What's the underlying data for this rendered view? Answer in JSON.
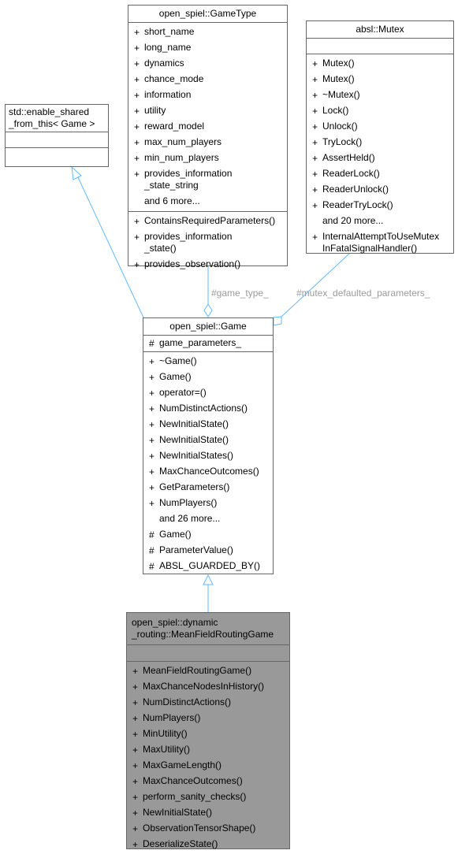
{
  "colors": {
    "edge": "#63b8ff",
    "highlight_box": "#999999",
    "border": "#666666",
    "edge_label": "#9a9a9a"
  },
  "enable_shared": {
    "title": "std::enable_shared\n_from_this< Game >"
  },
  "gametype": {
    "title": "open_spiel::GameType",
    "attributes": [
      {
        "vis": "+",
        "text": "short_name"
      },
      {
        "vis": "+",
        "text": "long_name"
      },
      {
        "vis": "+",
        "text": "dynamics"
      },
      {
        "vis": "+",
        "text": "chance_mode"
      },
      {
        "vis": "+",
        "text": "information"
      },
      {
        "vis": "+",
        "text": "utility"
      },
      {
        "vis": "+",
        "text": "reward_model"
      },
      {
        "vis": "+",
        "text": "max_num_players"
      },
      {
        "vis": "+",
        "text": "min_num_players"
      },
      {
        "vis": "+",
        "text": "provides_information\n_state_string"
      },
      {
        "vis": "",
        "text": "and 6 more..."
      }
    ],
    "methods": [
      {
        "vis": "+",
        "text": "ContainsRequiredParameters()"
      },
      {
        "vis": "+",
        "text": "provides_information\n_state()"
      },
      {
        "vis": "+",
        "text": "provides_observation()"
      }
    ]
  },
  "mutex": {
    "title": "absl::Mutex",
    "methods": [
      {
        "vis": "+",
        "text": "Mutex()"
      },
      {
        "vis": "+",
        "text": "Mutex()"
      },
      {
        "vis": "+",
        "text": "~Mutex()"
      },
      {
        "vis": "+",
        "text": "Lock()"
      },
      {
        "vis": "+",
        "text": "Unlock()"
      },
      {
        "vis": "+",
        "text": "TryLock()"
      },
      {
        "vis": "+",
        "text": "AssertHeld()"
      },
      {
        "vis": "+",
        "text": "ReaderLock()"
      },
      {
        "vis": "+",
        "text": "ReaderUnlock()"
      },
      {
        "vis": "+",
        "text": "ReaderTryLock()"
      },
      {
        "vis": "",
        "text": "and 20 more..."
      },
      {
        "vis": "+",
        "text": "InternalAttemptToUseMutex\nInFatalSignalHandler()"
      }
    ]
  },
  "game": {
    "title": "open_spiel::Game",
    "attributes": [
      {
        "vis": "#",
        "text": "game_parameters_"
      }
    ],
    "methods": [
      {
        "vis": "+",
        "text": "~Game()"
      },
      {
        "vis": "+",
        "text": "Game()"
      },
      {
        "vis": "+",
        "text": "operator=()"
      },
      {
        "vis": "+",
        "text": "NumDistinctActions()"
      },
      {
        "vis": "+",
        "text": "NewInitialState()"
      },
      {
        "vis": "+",
        "text": "NewInitialState()"
      },
      {
        "vis": "+",
        "text": "NewInitialStates()"
      },
      {
        "vis": "+",
        "text": "MaxChanceOutcomes()"
      },
      {
        "vis": "+",
        "text": "GetParameters()"
      },
      {
        "vis": "+",
        "text": "NumPlayers()"
      },
      {
        "vis": "",
        "text": "and 26 more..."
      },
      {
        "vis": "#",
        "text": "Game()"
      },
      {
        "vis": "#",
        "text": "ParameterValue()"
      },
      {
        "vis": "#",
        "text": "ABSL_GUARDED_BY()"
      }
    ]
  },
  "mfrg": {
    "title": "open_spiel::dynamic\n_routing::MeanFieldRoutingGame",
    "methods": [
      {
        "vis": "+",
        "text": "MeanFieldRoutingGame()"
      },
      {
        "vis": "+",
        "text": "MaxChanceNodesInHistory()"
      },
      {
        "vis": "+",
        "text": "NumDistinctActions()"
      },
      {
        "vis": "+",
        "text": "NumPlayers()"
      },
      {
        "vis": "+",
        "text": "MinUtility()"
      },
      {
        "vis": "+",
        "text": "MaxUtility()"
      },
      {
        "vis": "+",
        "text": "MaxGameLength()"
      },
      {
        "vis": "+",
        "text": "MaxChanceOutcomes()"
      },
      {
        "vis": "+",
        "text": "perform_sanity_checks()"
      },
      {
        "vis": "+",
        "text": "NewInitialState()"
      },
      {
        "vis": "+",
        "text": "ObservationTensorShape()"
      },
      {
        "vis": "+",
        "text": "DeserializeState()"
      }
    ]
  },
  "edges": {
    "game_type_label": "#game_type_",
    "mutex_label": "#mutex_defaulted_parameters_"
  }
}
